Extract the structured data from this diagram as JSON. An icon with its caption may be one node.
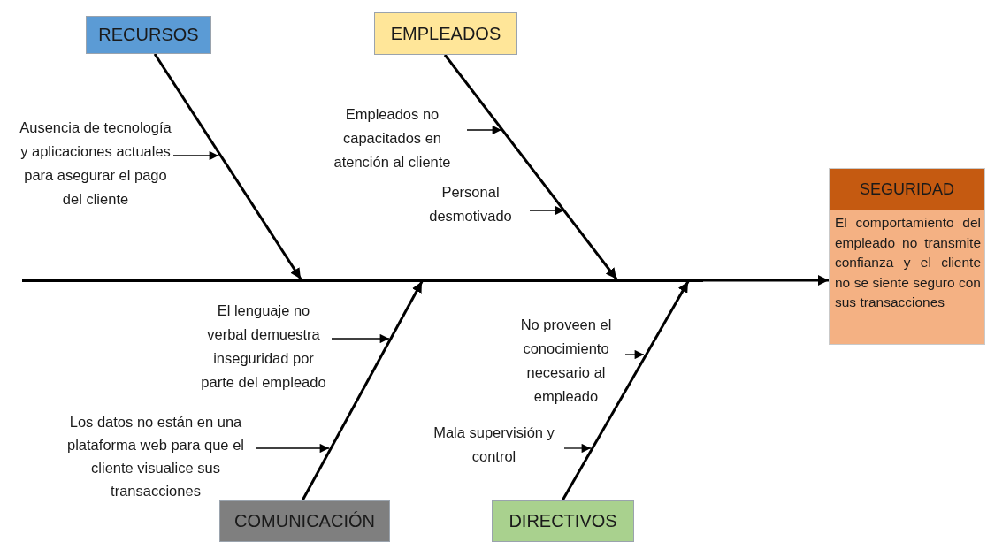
{
  "diagram": {
    "nodes": [
      {
        "text": [
          "RECURSOS"
        ]
      },
      {
        "text": [
          "EMPLEADOS"
        ]
      },
      {
        "text": [
          "SEGURIDAD",
          "El comportamiento del empleado no transmite confianza y el cliente no se siente seguro con sus transacciones"
        ]
      },
      {
        "text": [
          "COMUNICACIÓN"
        ]
      },
      {
        "text": [
          "DIRECTIVOS"
        ]
      },
      {
        "text": [
          "Ausencia de tecnología y aplicaciones actuales para asegurar el pago del cliente"
        ]
      },
      {
        "text": [
          "Empleados no capacitados en atención al cliente"
        ]
      },
      {
        "text": [
          "Personal desmotivado"
        ]
      },
      {
        "text": [
          "El lenguaje no verbal demuestra inseguridad por parte del empleado"
        ]
      },
      {
        "text": [
          "No proveen el conocimiento necesario al empleado"
        ]
      },
      {
        "text": [
          "Los datos no están en una plataforma web para que el cliente visualice sus transacciones"
        ]
      },
      {
        "text": [
          "Mala supervisión y control"
        ]
      },
      {
        "text": [],
        "shape": "bar"
      }
    ],
    "edges": [
      {
        "from": 12,
        "to": 2,
        "arrow": "to",
        "style": "thick"
      },
      {
        "from": 0,
        "to": 12,
        "arrow": "to",
        "style": "thick"
      },
      {
        "from": 1,
        "to": 12,
        "arrow": "to",
        "style": "thick"
      },
      {
        "from": 3,
        "to": 12,
        "arrow": "to",
        "style": "thick"
      },
      {
        "from": 4,
        "to": 12,
        "arrow": "to",
        "style": "thick"
      },
      {
        "from": 5,
        "to": null,
        "arrow": "to"
      },
      {
        "from": 6,
        "to": null,
        "arrow": "to"
      },
      {
        "from": 7,
        "to": null,
        "arrow": "to"
      },
      {
        "from": 8,
        "to": null,
        "arrow": "to"
      },
      {
        "from": 9,
        "to": null,
        "arrow": "to"
      },
      {
        "from": 10,
        "to": null,
        "arrow": "to"
      },
      {
        "from": 11,
        "to": null,
        "arrow": "to"
      }
    ]
  }
}
